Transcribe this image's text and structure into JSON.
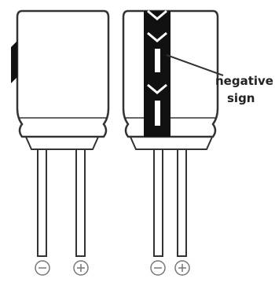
{
  "annotation": {
    "line1": "negative",
    "line2": "sign"
  },
  "capacitors": [
    {
      "id": "left",
      "terminals": [
        {
          "symbol": "⊖",
          "polarity": "negative"
        },
        {
          "symbol": "⊕",
          "polarity": "positive"
        }
      ]
    },
    {
      "id": "right",
      "terminals": [
        {
          "symbol": "⊖",
          "polarity": "negative"
        },
        {
          "symbol": "⊕",
          "polarity": "positive"
        }
      ]
    }
  ],
  "colors": {
    "outline": "#333333",
    "stripe": "#111111",
    "background": "#ffffff"
  },
  "icons": [
    "minus-circle-icon",
    "plus-circle-icon"
  ]
}
